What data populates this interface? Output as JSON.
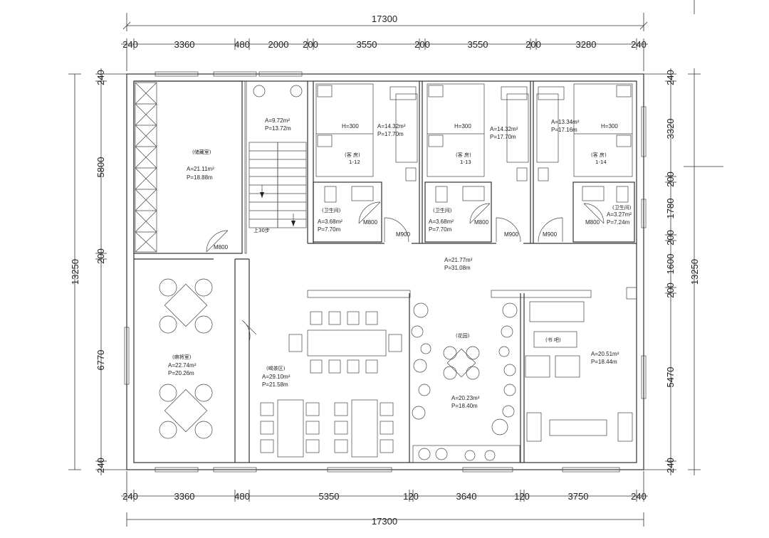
{
  "dimensions": {
    "top_total": "17300",
    "bottom_total": "17300",
    "top_segments": [
      "240",
      "3360",
      "480",
      "2000",
      "200",
      "3550",
      "200",
      "3550",
      "200",
      "3280",
      "240"
    ],
    "bottom_segments": [
      "240",
      "3360",
      "480",
      "5350",
      "120",
      "3640",
      "120",
      "3750",
      "240"
    ],
    "left_total": "13250",
    "left_segments": [
      "240",
      "5800",
      "200",
      "6770",
      "240"
    ],
    "right_total": "13250",
    "right_segments": [
      "240",
      "3320",
      "200",
      "1780",
      "200",
      "1600",
      "200",
      "5470",
      "240"
    ]
  },
  "rooms": {
    "storage": {
      "name": "(储藏室)",
      "area": "A=21.11m²",
      "perimeter": "P=18.88m"
    },
    "stair": {
      "area": "A=9.72m²",
      "perimeter": "P=13.72m",
      "up_label": "上30步"
    },
    "guest1": {
      "name": "(客 房)",
      "code": "1-12",
      "h": "H=300",
      "area": "A=14.32m²",
      "perimeter": "P=17.70m"
    },
    "guest2": {
      "name": "(客 房)",
      "code": "1-13",
      "h": "H=300",
      "area": "A=14.32m²",
      "perimeter": "P=17.70m"
    },
    "guest3": {
      "name": "(客 房)",
      "code": "1-14",
      "h": "H=300",
      "area": "A=13.34m²",
      "perimeter": "P=17.16m"
    },
    "bath1": {
      "name": "(卫生间)",
      "area": "A=3.68m²",
      "perimeter": "P=7.70m"
    },
    "bath2": {
      "name": "(卫生间)",
      "area": "A=3.68m²",
      "perimeter": "P=7.70m"
    },
    "bath3": {
      "name": "(卫生间)",
      "area": "A=3.27m²",
      "perimeter": "P=7.24m"
    },
    "corridor": {
      "area": "A=21.77m²",
      "perimeter": "P=31.08m"
    },
    "mahjong": {
      "name": "(麻将室)",
      "area": "A=22.74m²",
      "perimeter": "P=20.26m"
    },
    "tea": {
      "name": "(喝茶区)",
      "area": "A=29.10m²",
      "perimeter": "P=21.58m"
    },
    "garden": {
      "name": "(花园)",
      "area": "A=20.23m²",
      "perimeter": "P=18.40m"
    },
    "study": {
      "name": "(书 吧)",
      "area": "A=20.51m²",
      "perimeter": "P=18.44m"
    }
  },
  "doors": {
    "storage": "M800",
    "bath1": "M800",
    "bath2": "M800",
    "bath3": "M800",
    "guest1": "M900",
    "guest2": "M900",
    "guest3": "M900"
  }
}
